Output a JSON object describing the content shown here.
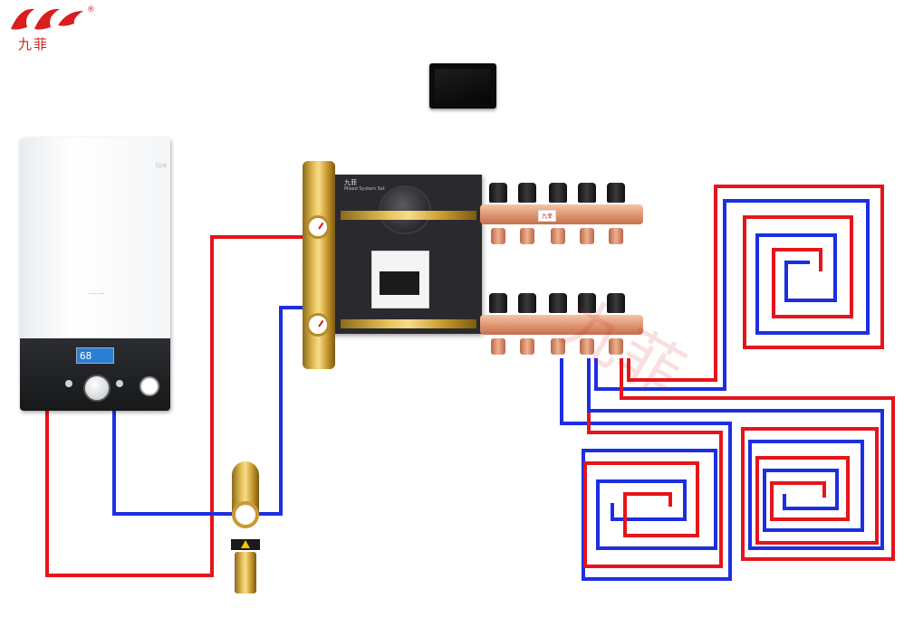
{
  "brand": {
    "logo_text": "九菲",
    "registered_mark": "®",
    "logo_mark": "JF swoosh logo",
    "color": "#d81e1e"
  },
  "boiler": {
    "display_value": "68",
    "brand_text": "Ipa"
  },
  "mixing_station": {
    "brand_text": "九菲",
    "sub_text": "Mixed System Set"
  },
  "manifold": {
    "label_text": "九菲"
  },
  "watermark": {
    "text": "九菲"
  },
  "colors": {
    "supply_red": "#e4151b",
    "return_blue": "#1c2fe0",
    "brass": "#d9ae45",
    "copper": "#e39c78"
  },
  "icons": {
    "boiler": "wall-boiler-icon",
    "thermostat": "thermostat-icon",
    "pump": "circulation-pump-icon",
    "filter": "magnetic-filter-icon",
    "manifold": "floor-heating-manifold-icon",
    "loops": "underfloor-heating-loop-icon"
  }
}
